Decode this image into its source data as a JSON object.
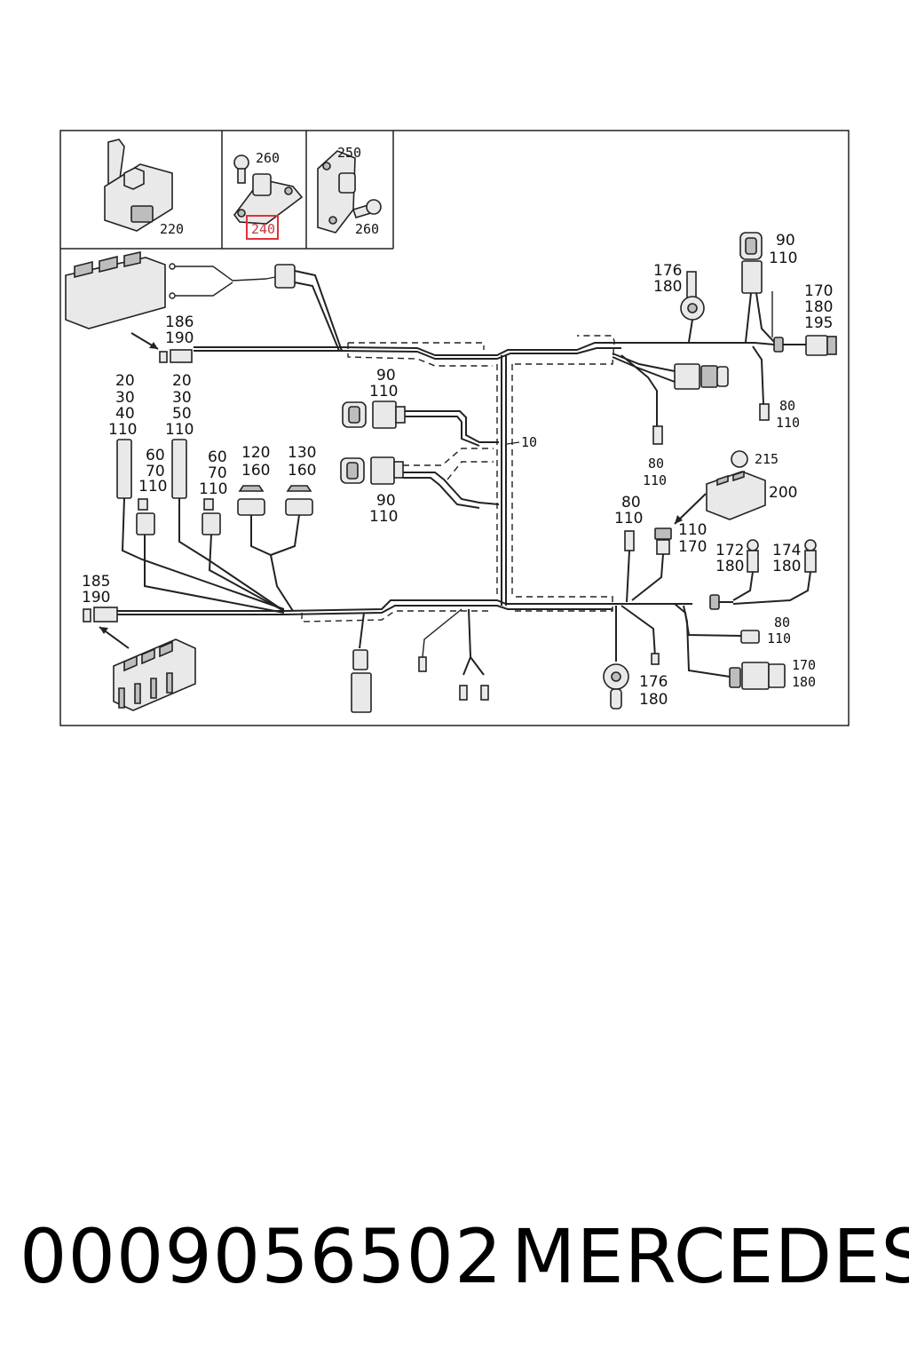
{
  "highlight_color": "#e0303a",
  "inset_labels": {
    "a": "220",
    "b_top": "260",
    "b_highlight": "240",
    "c_top": "250",
    "c_bottom": "260"
  },
  "callouts": {
    "c186": "186",
    "c190a": "190",
    "c90a": "90",
    "c110a": "110",
    "c176a": "176",
    "c180a": "180",
    "c170a": "170",
    "c180b": "180",
    "c195": "195",
    "c90b": "90",
    "c110b": "110",
    "c10": "10",
    "c80a": "80",
    "c110c": "110",
    "c80b": "80",
    "c110d": "110",
    "c90c": "90",
    "c110e": "110",
    "c215": "215",
    "c200": "200",
    "c80c": "80",
    "c110f": "110",
    "c110g": "110",
    "c170b": "170",
    "c172": "172",
    "c180c": "180",
    "c174": "174",
    "c180d": "180",
    "c80d": "80",
    "c110h": "110",
    "c170c": "170",
    "c180e": "180",
    "c176b": "176",
    "c180f": "180",
    "c185": "185",
    "c190b": "190",
    "l1_1": "20",
    "l1_2": "30",
    "l1_3": "40",
    "l1_4": "110",
    "l2_1": "20",
    "l2_2": "30",
    "l2_3": "50",
    "l2_4": "110",
    "l3_1": "60",
    "l3_2": "70",
    "l3_3": "110",
    "l4_1": "60",
    "l4_2": "70",
    "l4_3": "110",
    "l5_1": "120",
    "l5_2": "160",
    "l6_1": "130",
    "l6_2": "160"
  },
  "footer": {
    "part_number": "0009056502",
    "brand": "MERCEDES"
  }
}
